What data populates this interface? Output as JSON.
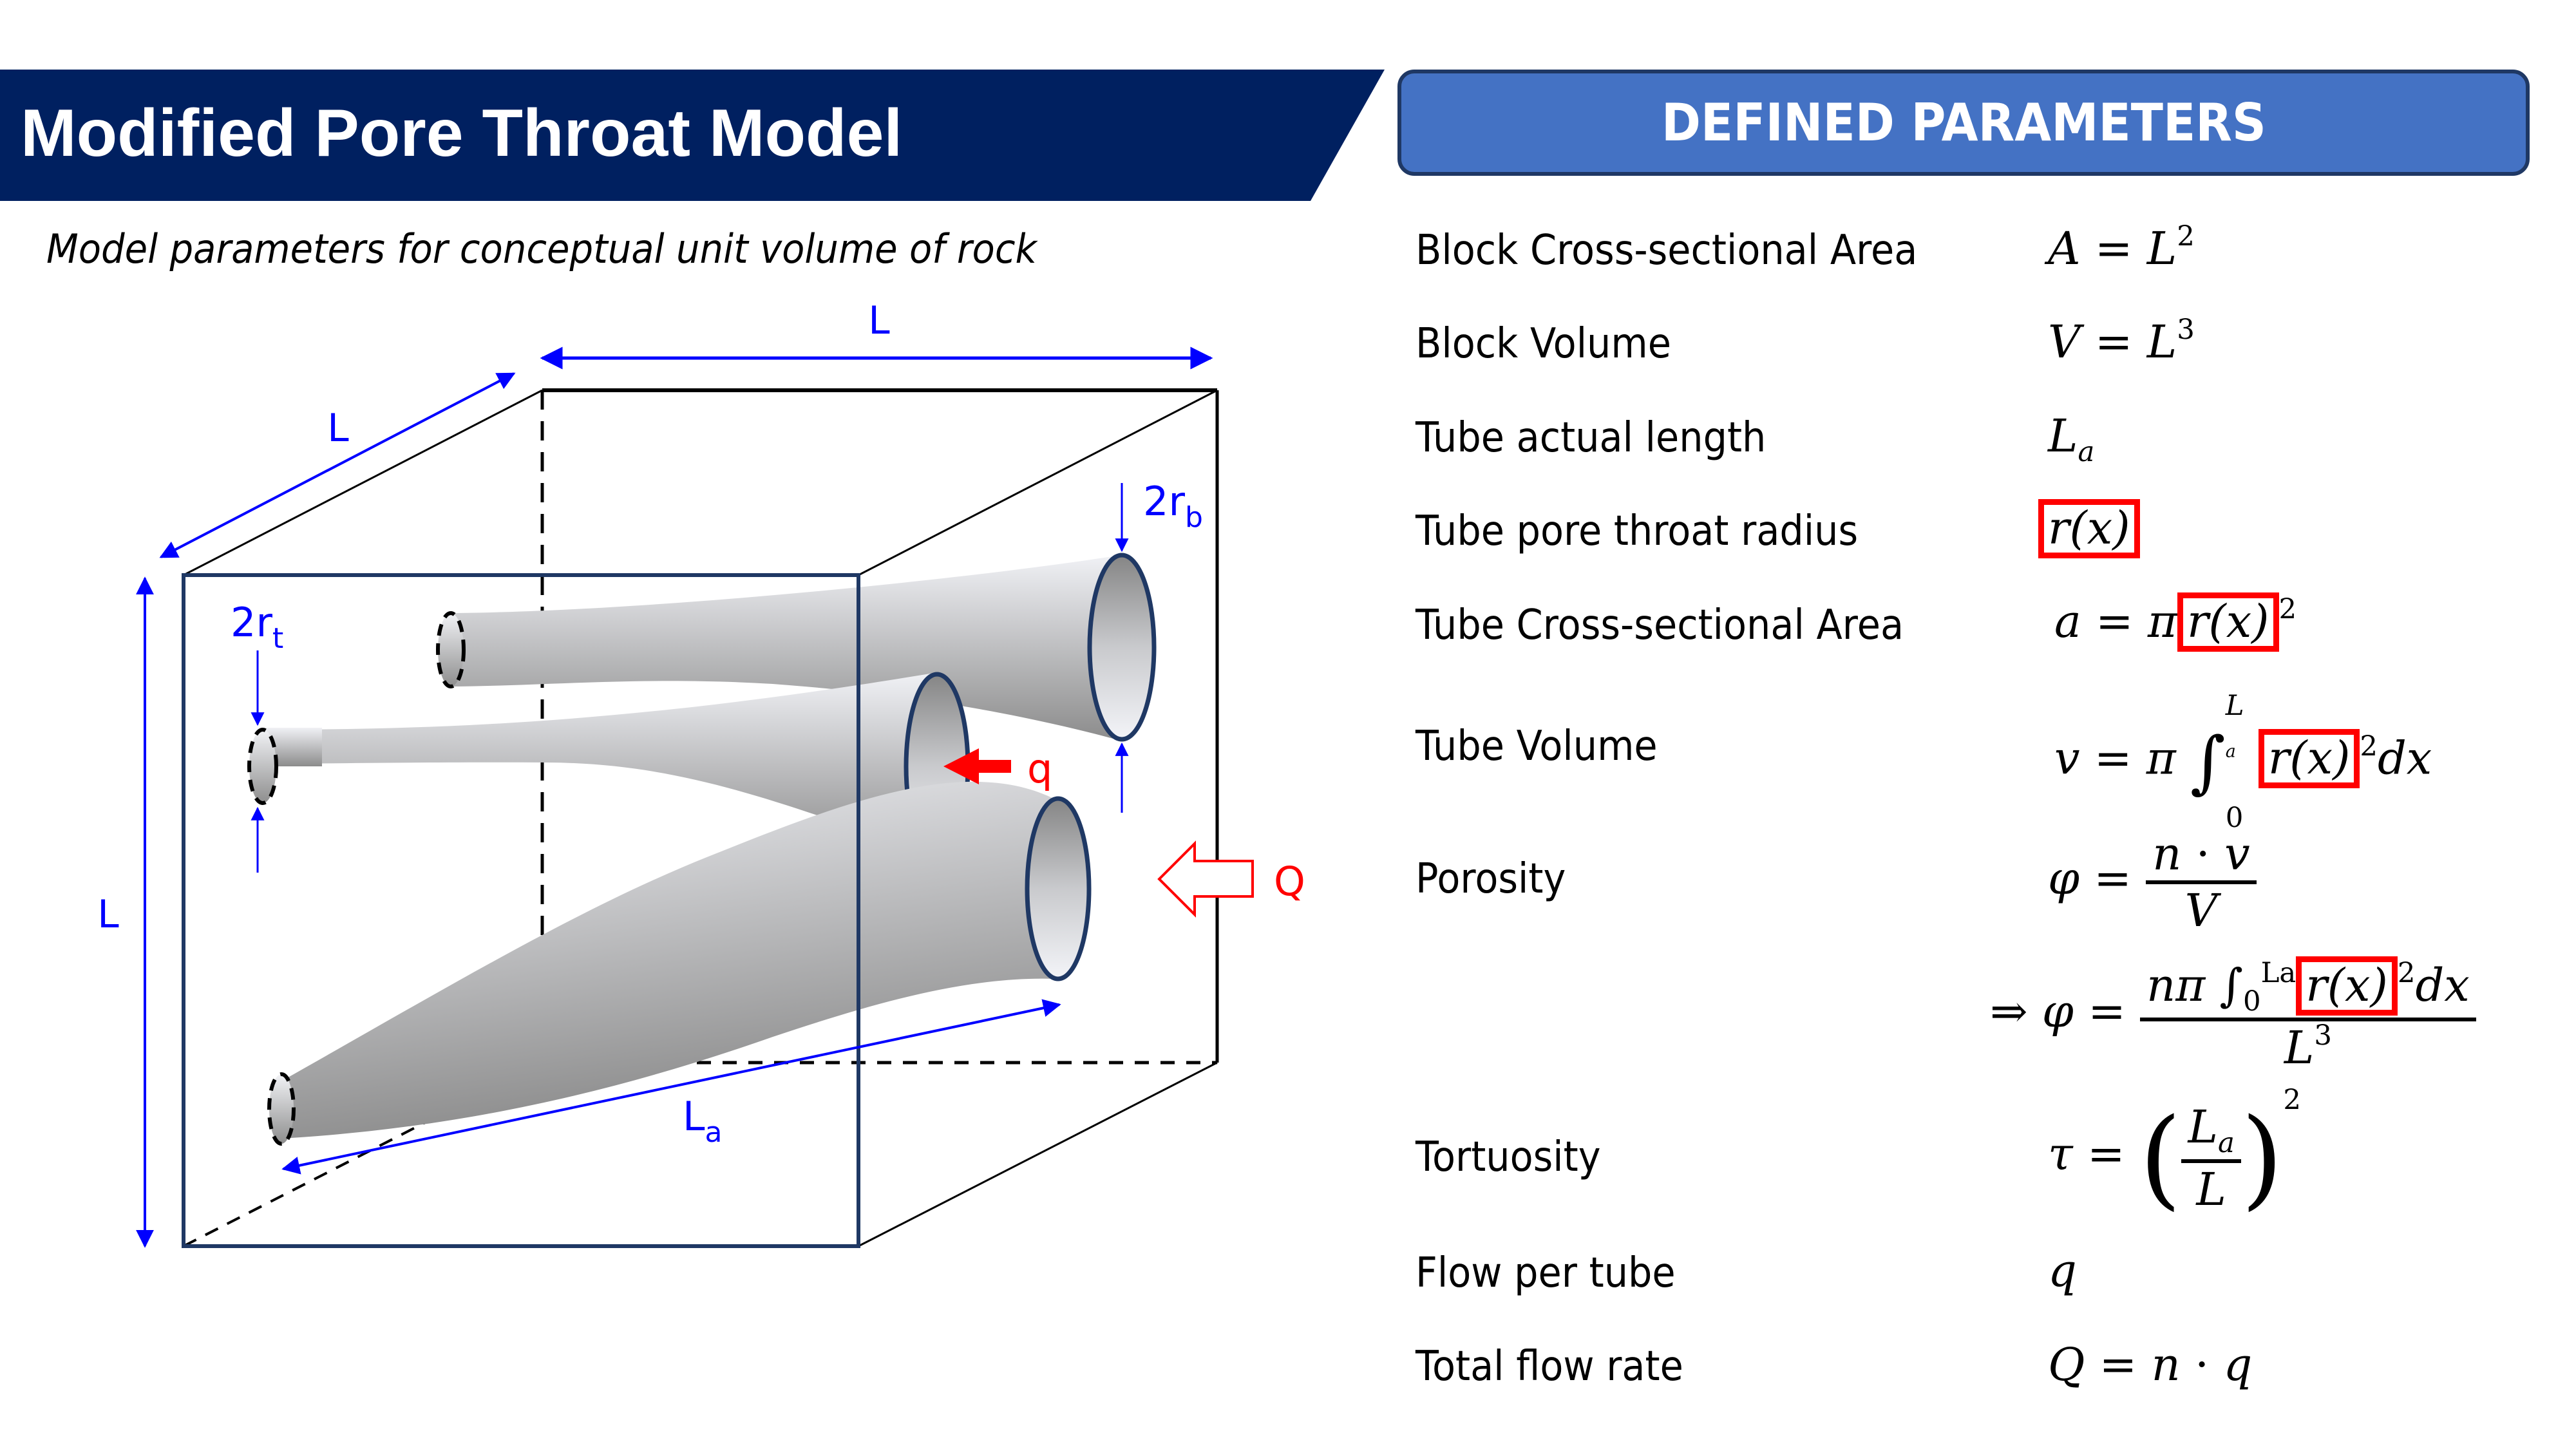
{
  "header": {
    "title": "Modified Pore Throat Model",
    "subtitle": "Model parameters for conceptual unit volume of rock",
    "bar_color": "#002060"
  },
  "parameters_panel": {
    "title": "DEFINED PARAMETERS",
    "fill_color": "#4472C4",
    "border_color": "#1F3864",
    "highlight_color": "#FF0000",
    "rows": [
      {
        "label": "Block Cross-sectional Area",
        "formula": "A = L²"
      },
      {
        "label": "Block Volume",
        "formula": "V = L³"
      },
      {
        "label": "Tube actual length",
        "formula": "Lₐ"
      },
      {
        "label": "Tube pore throat radius",
        "formula": "r(x)",
        "highlighted": "r(x)"
      },
      {
        "label": "Tube Cross-sectional Area",
        "formula": "a = π[r(x)]²",
        "highlighted": "r(x)"
      },
      {
        "label": "Tube Volume",
        "formula": "v = π ∫₀^Lₐ [r(x)]² dx",
        "highlighted": "r(x)"
      },
      {
        "label": "Porosity",
        "formula": "φ = n·v / V"
      },
      {
        "label": "",
        "formula": "⇒ φ = nπ ∫₀^Lₐ [r(x)]² dx / L³",
        "highlighted": "r(x)"
      },
      {
        "label": "Tortuosity",
        "formula": "τ = (Lₐ / L)²"
      },
      {
        "label": "Flow per tube",
        "formula": "q"
      },
      {
        "label": "Total flow rate",
        "formula": "Q = n·q"
      }
    ],
    "symbols": {
      "A": "A",
      "eq": "=",
      "L": "L",
      "two": "2",
      "three": "3",
      "V": "V",
      "a_sub": "a",
      "rx": "r(x)",
      "a": "a",
      "pi": "π",
      "lb": "[",
      "rb": "]",
      "v": "v",
      "integral": "∫",
      "zero": "0",
      "dx": "dx",
      "phi": "φ",
      "n": "n",
      "dot": "·",
      "implies": "⇒",
      "npi": "nπ",
      "tau": "τ",
      "lp": "(",
      "rp": ")",
      "q": "q",
      "Q": "Q"
    }
  },
  "diagram": {
    "labels": {
      "edge_top": "L",
      "edge_depth": "L",
      "edge_height": "L",
      "throat_diameter": "2r",
      "throat_sub": "t",
      "body_diameter": "2r",
      "body_sub": "b",
      "actual_length": "L",
      "actual_length_sub": "a",
      "tube_flow": "q",
      "total_flow": "Q"
    },
    "colors": {
      "dimension": "#0000FF",
      "flow": "#FF0000",
      "cube_front": "#1F3864",
      "cube_back": "#000000"
    }
  }
}
